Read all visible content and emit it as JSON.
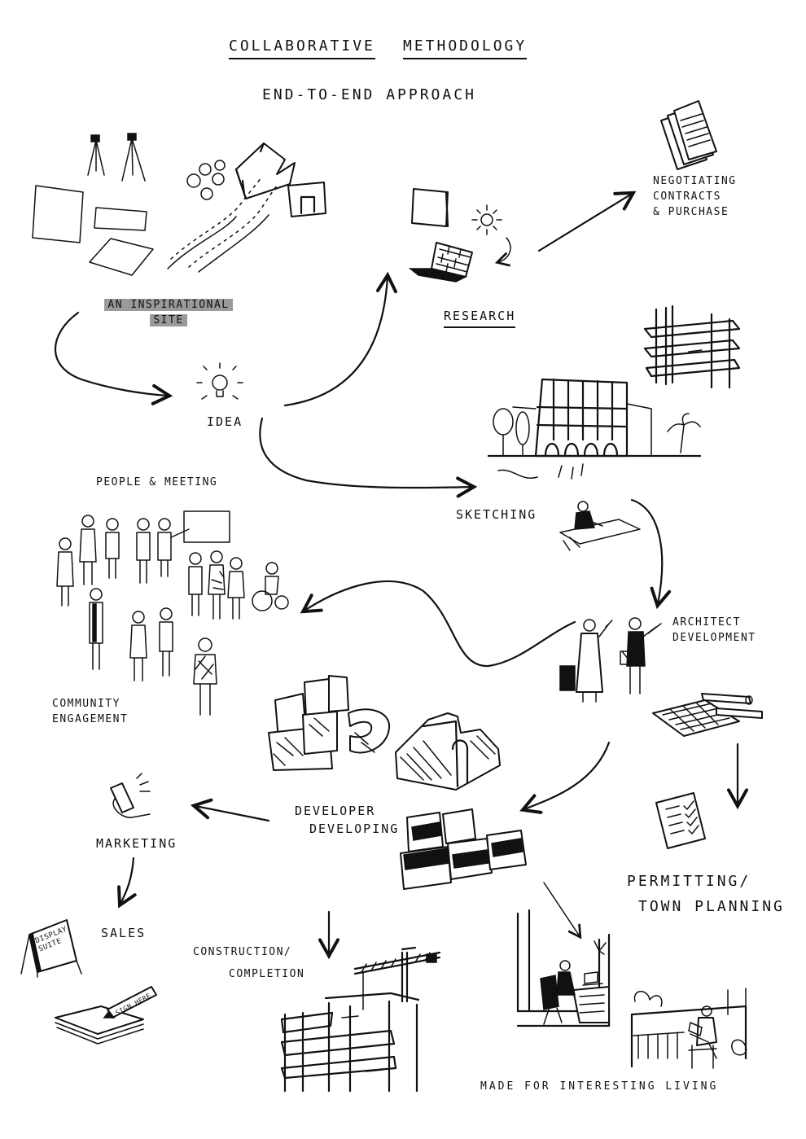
{
  "title_left": "COLLABORATIVE",
  "title_right": "METHODOLOGY",
  "subtitle": "END-TO-END APPROACH",
  "nodes": {
    "inspirational_site_1": "AN INSPIRATIONAL",
    "inspirational_site_2": "SITE",
    "idea": "IDEA",
    "research": "RESEARCH",
    "negotiating_1": "NEGOTIATING",
    "negotiating_2": "CONTRACTS",
    "negotiating_3": "& PURCHASE",
    "people_meeting": "PEOPLE & MEETING",
    "sketching": "SKETCHING",
    "architect_1": "ARCHITECT",
    "architect_2": "DEVELOPMENT",
    "community_1": "COMMUNITY",
    "community_2": "ENGAGEMENT",
    "developer_1": "DEVELOPER",
    "developer_2": "DEVELOPING",
    "marketing": "MARKETING",
    "permitting_1": "PERMITTING/",
    "permitting_2": "TOWN PLANNING",
    "sales": "SALES",
    "construction_1": "CONSTRUCTION/",
    "construction_2": "COMPLETION",
    "made_for": "MADE FOR INTERESTING LIVING",
    "display_suite_1": "DISPLAY",
    "display_suite_2": "SUITE",
    "sign_here": "SIGN HERE"
  },
  "icons": [
    "easel-icon",
    "trees-icon",
    "path-icon",
    "laptop-icon",
    "sun-icon",
    "lightbulb-icon",
    "contract-icon",
    "building-frame-icon",
    "building-facade-icon",
    "people-group-icon",
    "sketching-person-icon",
    "architects-icon",
    "blueprint-icon",
    "model-blocks-icon",
    "phone-icon",
    "checklist-icon",
    "sign-board-icon",
    "papers-icon",
    "crane-icon",
    "office-interior-icon",
    "living-interior-icon"
  ]
}
